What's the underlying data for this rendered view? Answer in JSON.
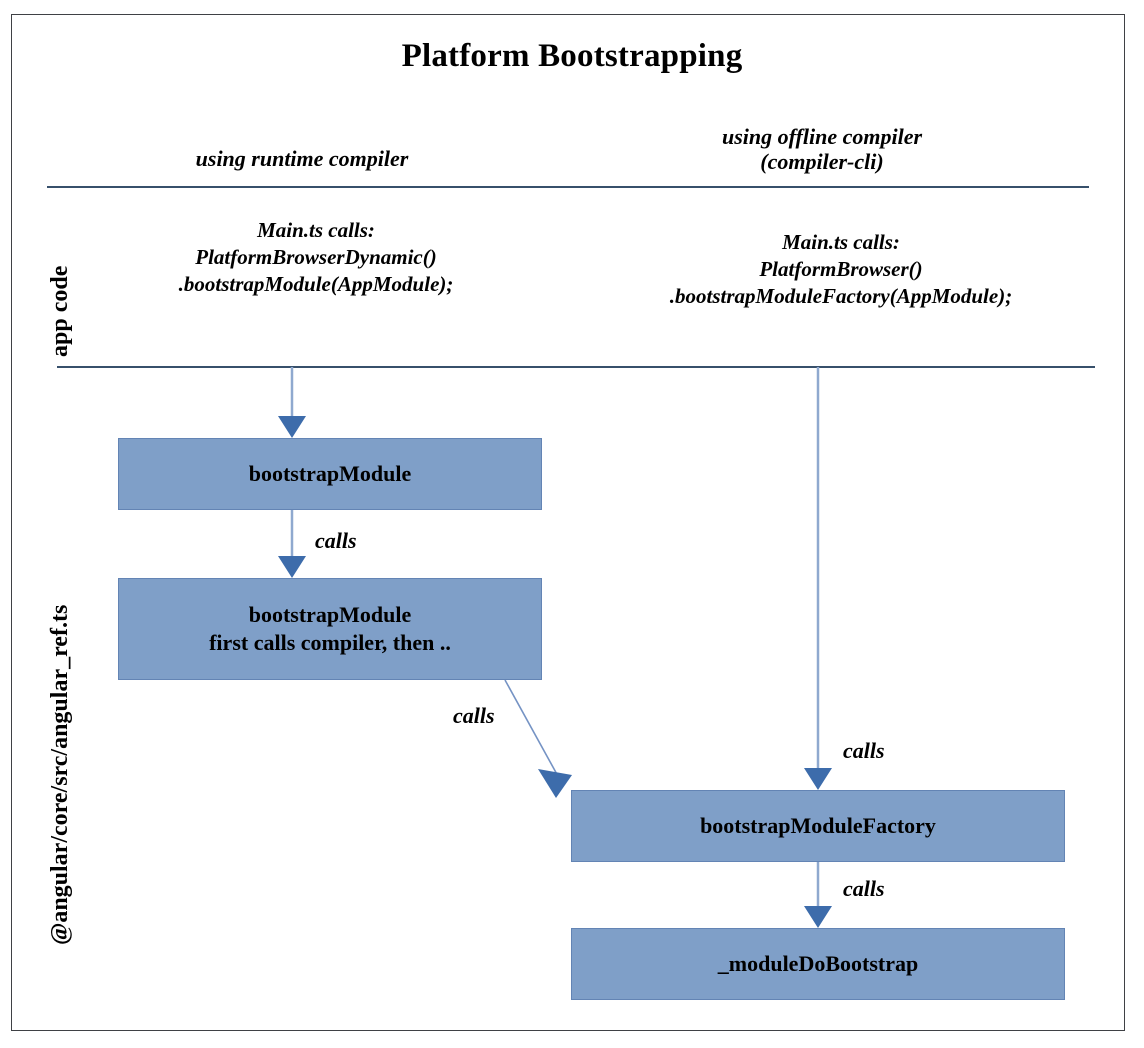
{
  "diagram": {
    "title": "Platform Bootstrapping",
    "accent_color": "#7f9fc8",
    "box_border_color": "#6384b4",
    "divider_color": "#37506b",
    "frame_color": "#3f4145",
    "columns": [
      {
        "id": "runtime",
        "header": "using runtime compiler"
      },
      {
        "id": "offline",
        "header_line1": "using offline compiler",
        "header_line2": "(compiler-cli)"
      }
    ],
    "rows": [
      {
        "id": "app-code",
        "label": "app code"
      },
      {
        "id": "angular-core",
        "label": "@angular/core/src/angular_ref.ts"
      }
    ],
    "code_blocks": [
      {
        "id": "left-main-ts",
        "line1": "Main.ts calls:",
        "line2": "PlatformBrowserDynamic()",
        "line3": ".bootstrapModule(AppModule);"
      },
      {
        "id": "right-main-ts",
        "line1": "Main.ts calls:",
        "line2": "PlatformBrowser()",
        "line3": ".bootstrapModuleFactory(AppModule);"
      }
    ],
    "boxes": [
      {
        "id": "bootstrapModule",
        "line1": "bootstrapModule",
        "line2": ""
      },
      {
        "id": "bootstrapModuleCompiler",
        "line1": "bootstrapModule",
        "line2": "first calls compiler, then .."
      },
      {
        "id": "bootstrapModuleFactory",
        "line1": "bootstrapModuleFactory",
        "line2": ""
      },
      {
        "id": "moduleDoBootstrap",
        "line1": "_moduleDoBootstrap",
        "line2": ""
      }
    ],
    "edges": [
      {
        "id": "e1",
        "from": "left-main-ts",
        "to": "bootstrapModule",
        "label": ""
      },
      {
        "id": "e2",
        "from": "bootstrapModule",
        "to": "bootstrapModuleCompiler",
        "label": "calls"
      },
      {
        "id": "e3",
        "from": "bootstrapModuleCompiler",
        "to": "bootstrapModuleFactory",
        "label": "calls"
      },
      {
        "id": "e4",
        "from": "right-main-ts",
        "to": "bootstrapModuleFactory",
        "label": "calls"
      },
      {
        "id": "e5",
        "from": "bootstrapModuleFactory",
        "to": "moduleDoBootstrap",
        "label": "calls"
      }
    ]
  }
}
